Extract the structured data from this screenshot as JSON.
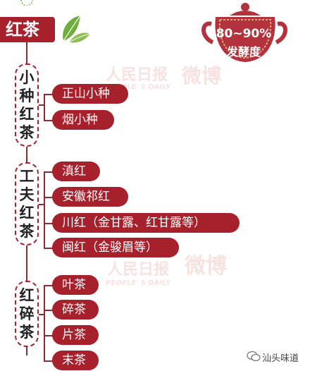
{
  "title": "红茶",
  "fermentation": {
    "percent": "80~90%",
    "label": "发酵度"
  },
  "categories": [
    {
      "name": "小种红茶",
      "items": [
        "正山小种",
        "烟小种"
      ]
    },
    {
      "name": "工夫红茶",
      "items": [
        "滇红",
        "安徽祁红",
        "川红（金甘露、红甘露等）",
        "闽红（金骏眉等）"
      ]
    },
    {
      "name": "红碎茶",
      "items": [
        "叶茶",
        "碎茶",
        "片茶",
        "末茶"
      ]
    }
  ],
  "watermark": {
    "brand": "人民日报",
    "weibo": "微博",
    "sub": "PEOPLE' S DAILY"
  },
  "footer": {
    "account": "汕头味道"
  },
  "colors": {
    "accent": "#a7212c",
    "line": "#8c2b30",
    "leaf": "#6fae3a"
  }
}
